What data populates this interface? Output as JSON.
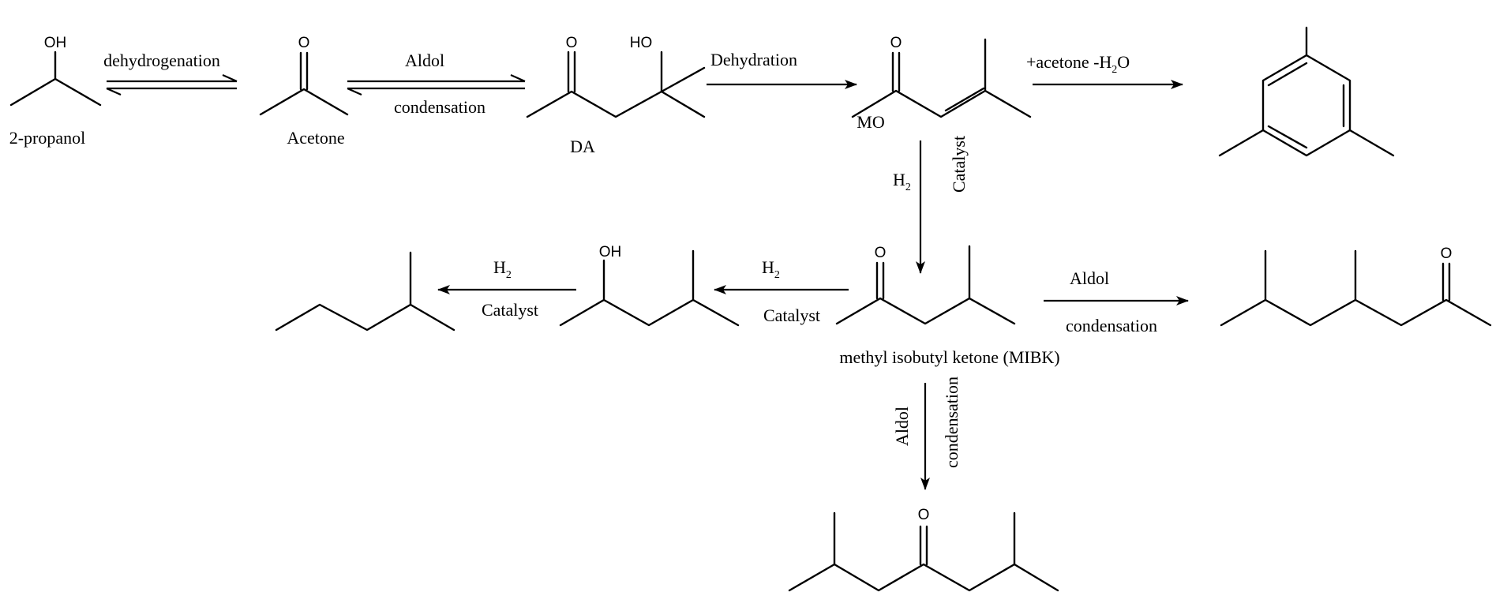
{
  "atoms": {
    "oh": "OH",
    "ho": "HO",
    "o": "O"
  },
  "compounds": {
    "propanol": "2-propanol",
    "acetone": "Acetone",
    "da": "DA",
    "mo": "MO",
    "mibk": "methyl isobutyl ketone (MIBK)"
  },
  "reactions": {
    "dehydrogenation": "dehydrogenation",
    "aldol": "Aldol",
    "condensation": "condensation",
    "dehydration": "Dehydration",
    "acetone_minus_water": {
      "prefix": "+acetone -H",
      "subscript": "2",
      "suffix": "O"
    },
    "hydrogen": {
      "symbol": "H",
      "subscript": "2"
    },
    "catalyst": "Catalyst"
  }
}
